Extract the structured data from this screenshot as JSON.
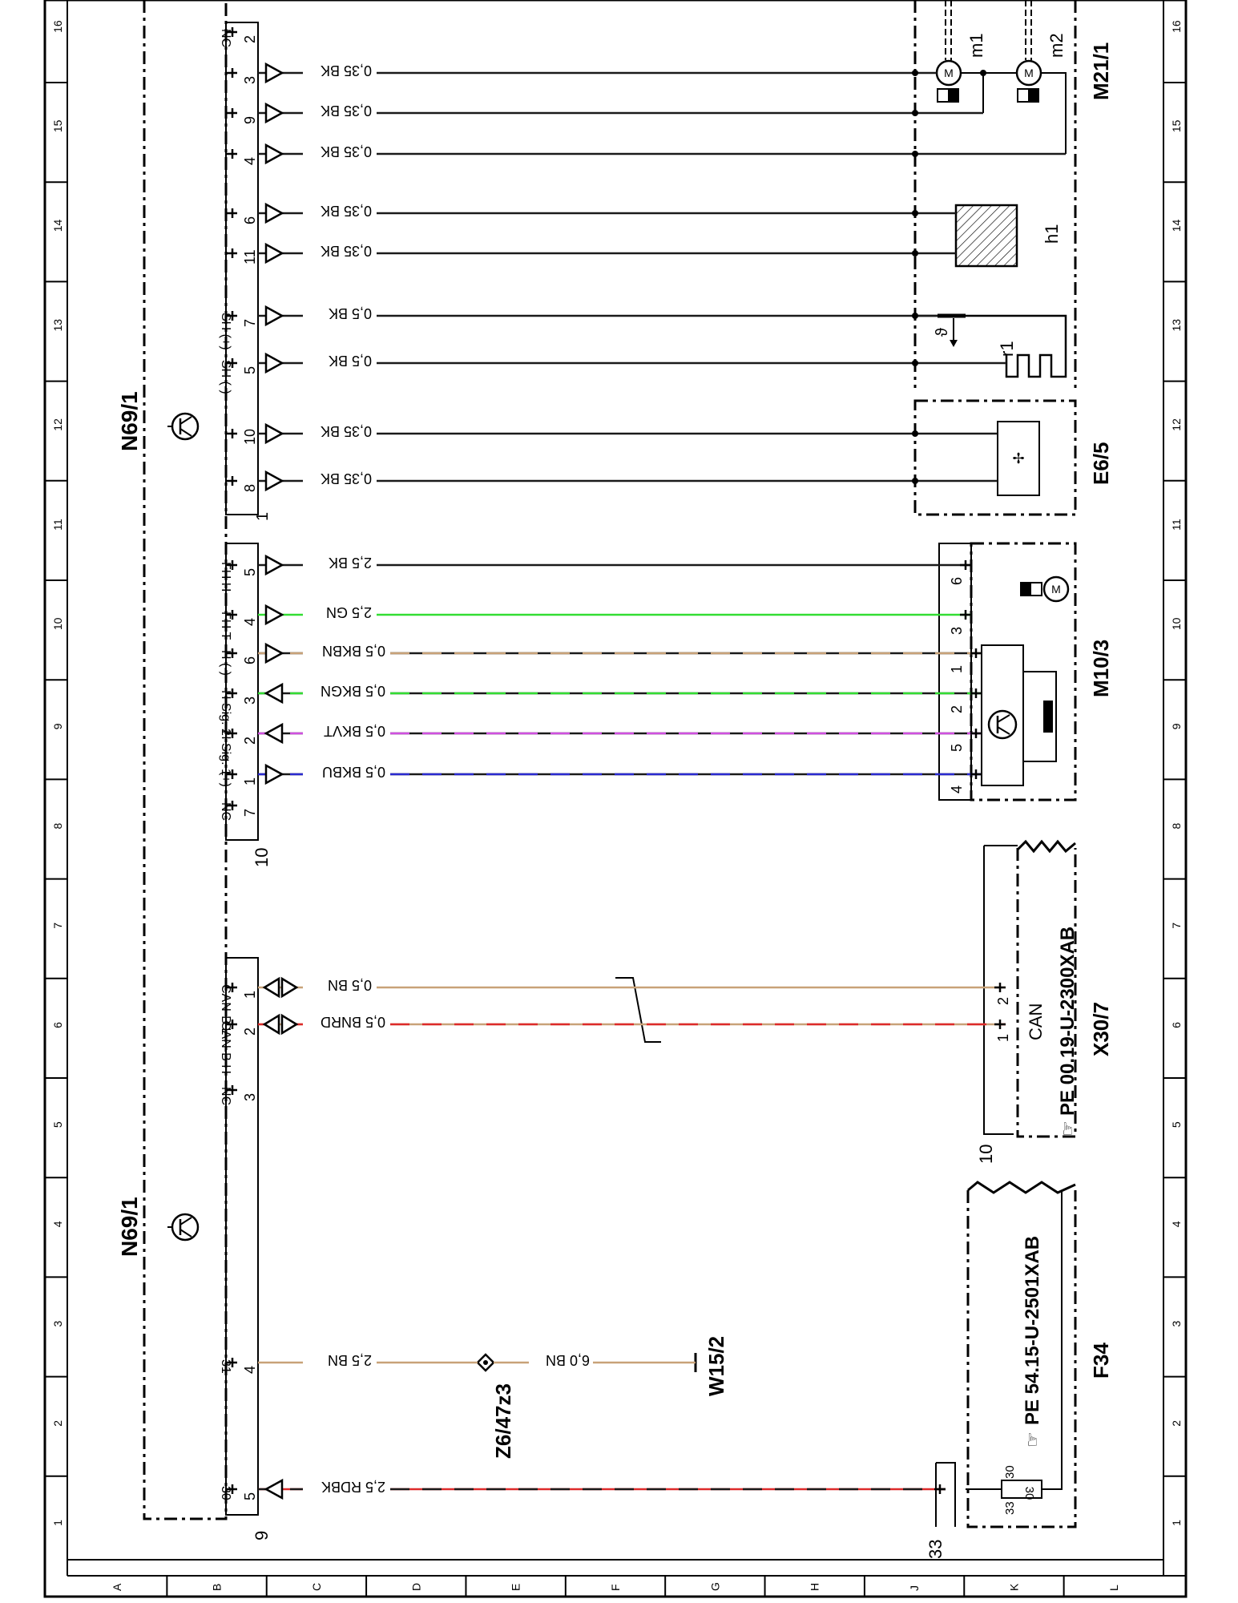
{
  "frame": {
    "columns": [
      "1",
      "2",
      "3",
      "4",
      "5",
      "6",
      "7",
      "8",
      "9",
      "10",
      "11",
      "12",
      "13",
      "14",
      "15",
      "16"
    ],
    "rows": [
      "A",
      "B",
      "C",
      "D",
      "E",
      "F",
      "G",
      "H",
      "J",
      "K",
      "L"
    ]
  },
  "colors": {
    "BK": "#1a1a1a",
    "GN": "#33dd33",
    "BN": "#c8a278",
    "RD": "#dd2a2a",
    "VT": "#d050e0",
    "BU": "#2a2ad0",
    "ink": "#000000"
  },
  "components": {
    "n69_top": "N69/1",
    "n69_bottom": "N69/1",
    "m21": "M21/1",
    "m21_m1": "m1",
    "m21_m2": "m2",
    "h1": "h1",
    "r1": "r1",
    "theta": "ϑ",
    "e6": "E6/5",
    "m10": "M10/3",
    "x30": "X30/7",
    "x30_can": "CAN",
    "x30_ref": "PE 00.19-U-2300XAB",
    "f34": "F34",
    "f34_ref": "PE 54.15-U-2501XAB",
    "f34_fuse": "30",
    "z6": "Z6/47z3",
    "w15": "W15/2"
  },
  "connector_numbers": {
    "top_block": "1",
    "mid_block": "10",
    "bottom_block": "9",
    "x30_block": "10",
    "f34_block": "33",
    "m10_pins": [
      "6",
      "3",
      "1",
      "2",
      "5",
      "4"
    ],
    "x30_pins": [
      "2",
      "1"
    ],
    "f34_pins": [
      "30",
      "33"
    ]
  },
  "wires": [
    {
      "pin": "2",
      "signal": "NC",
      "label": ""
    },
    {
      "pin": "3",
      "signal": "",
      "label": "0,35 BK"
    },
    {
      "pin": "9",
      "signal": "",
      "label": "0,35 BK"
    },
    {
      "pin": "4",
      "signal": "",
      "label": "0,35 BK"
    },
    {
      "pin": "6",
      "signal": "",
      "label": "0,35 BK"
    },
    {
      "pin": "11",
      "signal": "",
      "label": "0,35 BK"
    },
    {
      "pin": "7",
      "signal": "SH (+)",
      "label": "0,5 BK"
    },
    {
      "pin": "5",
      "signal": "SH (-)",
      "label": "0,5 BK"
    },
    {
      "pin": "10",
      "signal": "",
      "label": "0,35 BK"
    },
    {
      "pin": "8",
      "signal": "",
      "label": "0,35 BK"
    },
    {
      "pin": "5",
      "signal": "FH H",
      "label": "2,5 BK"
    },
    {
      "pin": "4",
      "signal": "FH T",
      "label": "2,5 GN"
    },
    {
      "pin": "6",
      "signal": "H (-)",
      "label": "0,5 BKBN"
    },
    {
      "pin": "3",
      "signal": "H Sig. 2",
      "label": "0,5 BKGN"
    },
    {
      "pin": "2",
      "signal": "H Sig. 1",
      "label": "0,5 BKVT"
    },
    {
      "pin": "1",
      "signal": "(+)",
      "label": "0,5 BKBU"
    },
    {
      "pin": "7",
      "signal": "NC",
      "label": ""
    },
    {
      "pin": "1",
      "signal": "CAN-B L",
      "label": "0,5 BN"
    },
    {
      "pin": "2",
      "signal": "CAN-B H",
      "label": "0,5 BNRD"
    },
    {
      "pin": "3",
      "signal": "NC",
      "label": ""
    },
    {
      "pin": "4",
      "signal": "31",
      "label": "2,5 BN"
    },
    {
      "pin": "5",
      "signal": "30",
      "label": "2,5 RDBK"
    }
  ],
  "ground_wire": {
    "label": "6,0 BN"
  }
}
